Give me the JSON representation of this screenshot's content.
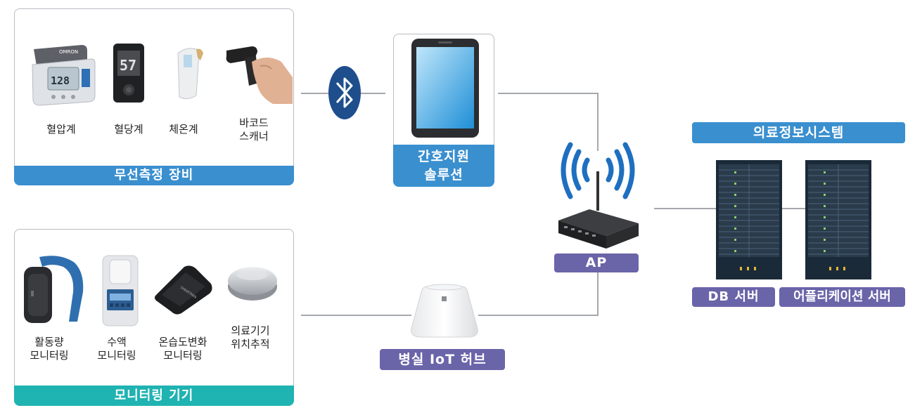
{
  "wireless_panel": {
    "title": "무선측정 장비",
    "devices": [
      "혈압계",
      "혈당계",
      "체온계",
      "바코드\n스캐너"
    ]
  },
  "monitoring_panel": {
    "title": "모니터링 기기",
    "devices": [
      "활동량\n모니터링",
      "수액\n모니터링",
      "온습도변화\n모니터링",
      "의료기기\n위치추적"
    ]
  },
  "nursing": {
    "title": "간호지원\n솔루션"
  },
  "ap": {
    "title": "AP"
  },
  "iot_hub": {
    "title": "병실 IoT 허브"
  },
  "his": {
    "title": "의료정보시스템"
  },
  "servers": {
    "db": "DB 서버",
    "app": "어플리케이션 서버"
  },
  "glucometer_reading": "57",
  "bp_reading": "128",
  "colors": {
    "blue": "#3a8fcf",
    "teal": "#1fb3b2",
    "purple": "#6a64a9",
    "bluetooth": "#1f4e8c"
  }
}
